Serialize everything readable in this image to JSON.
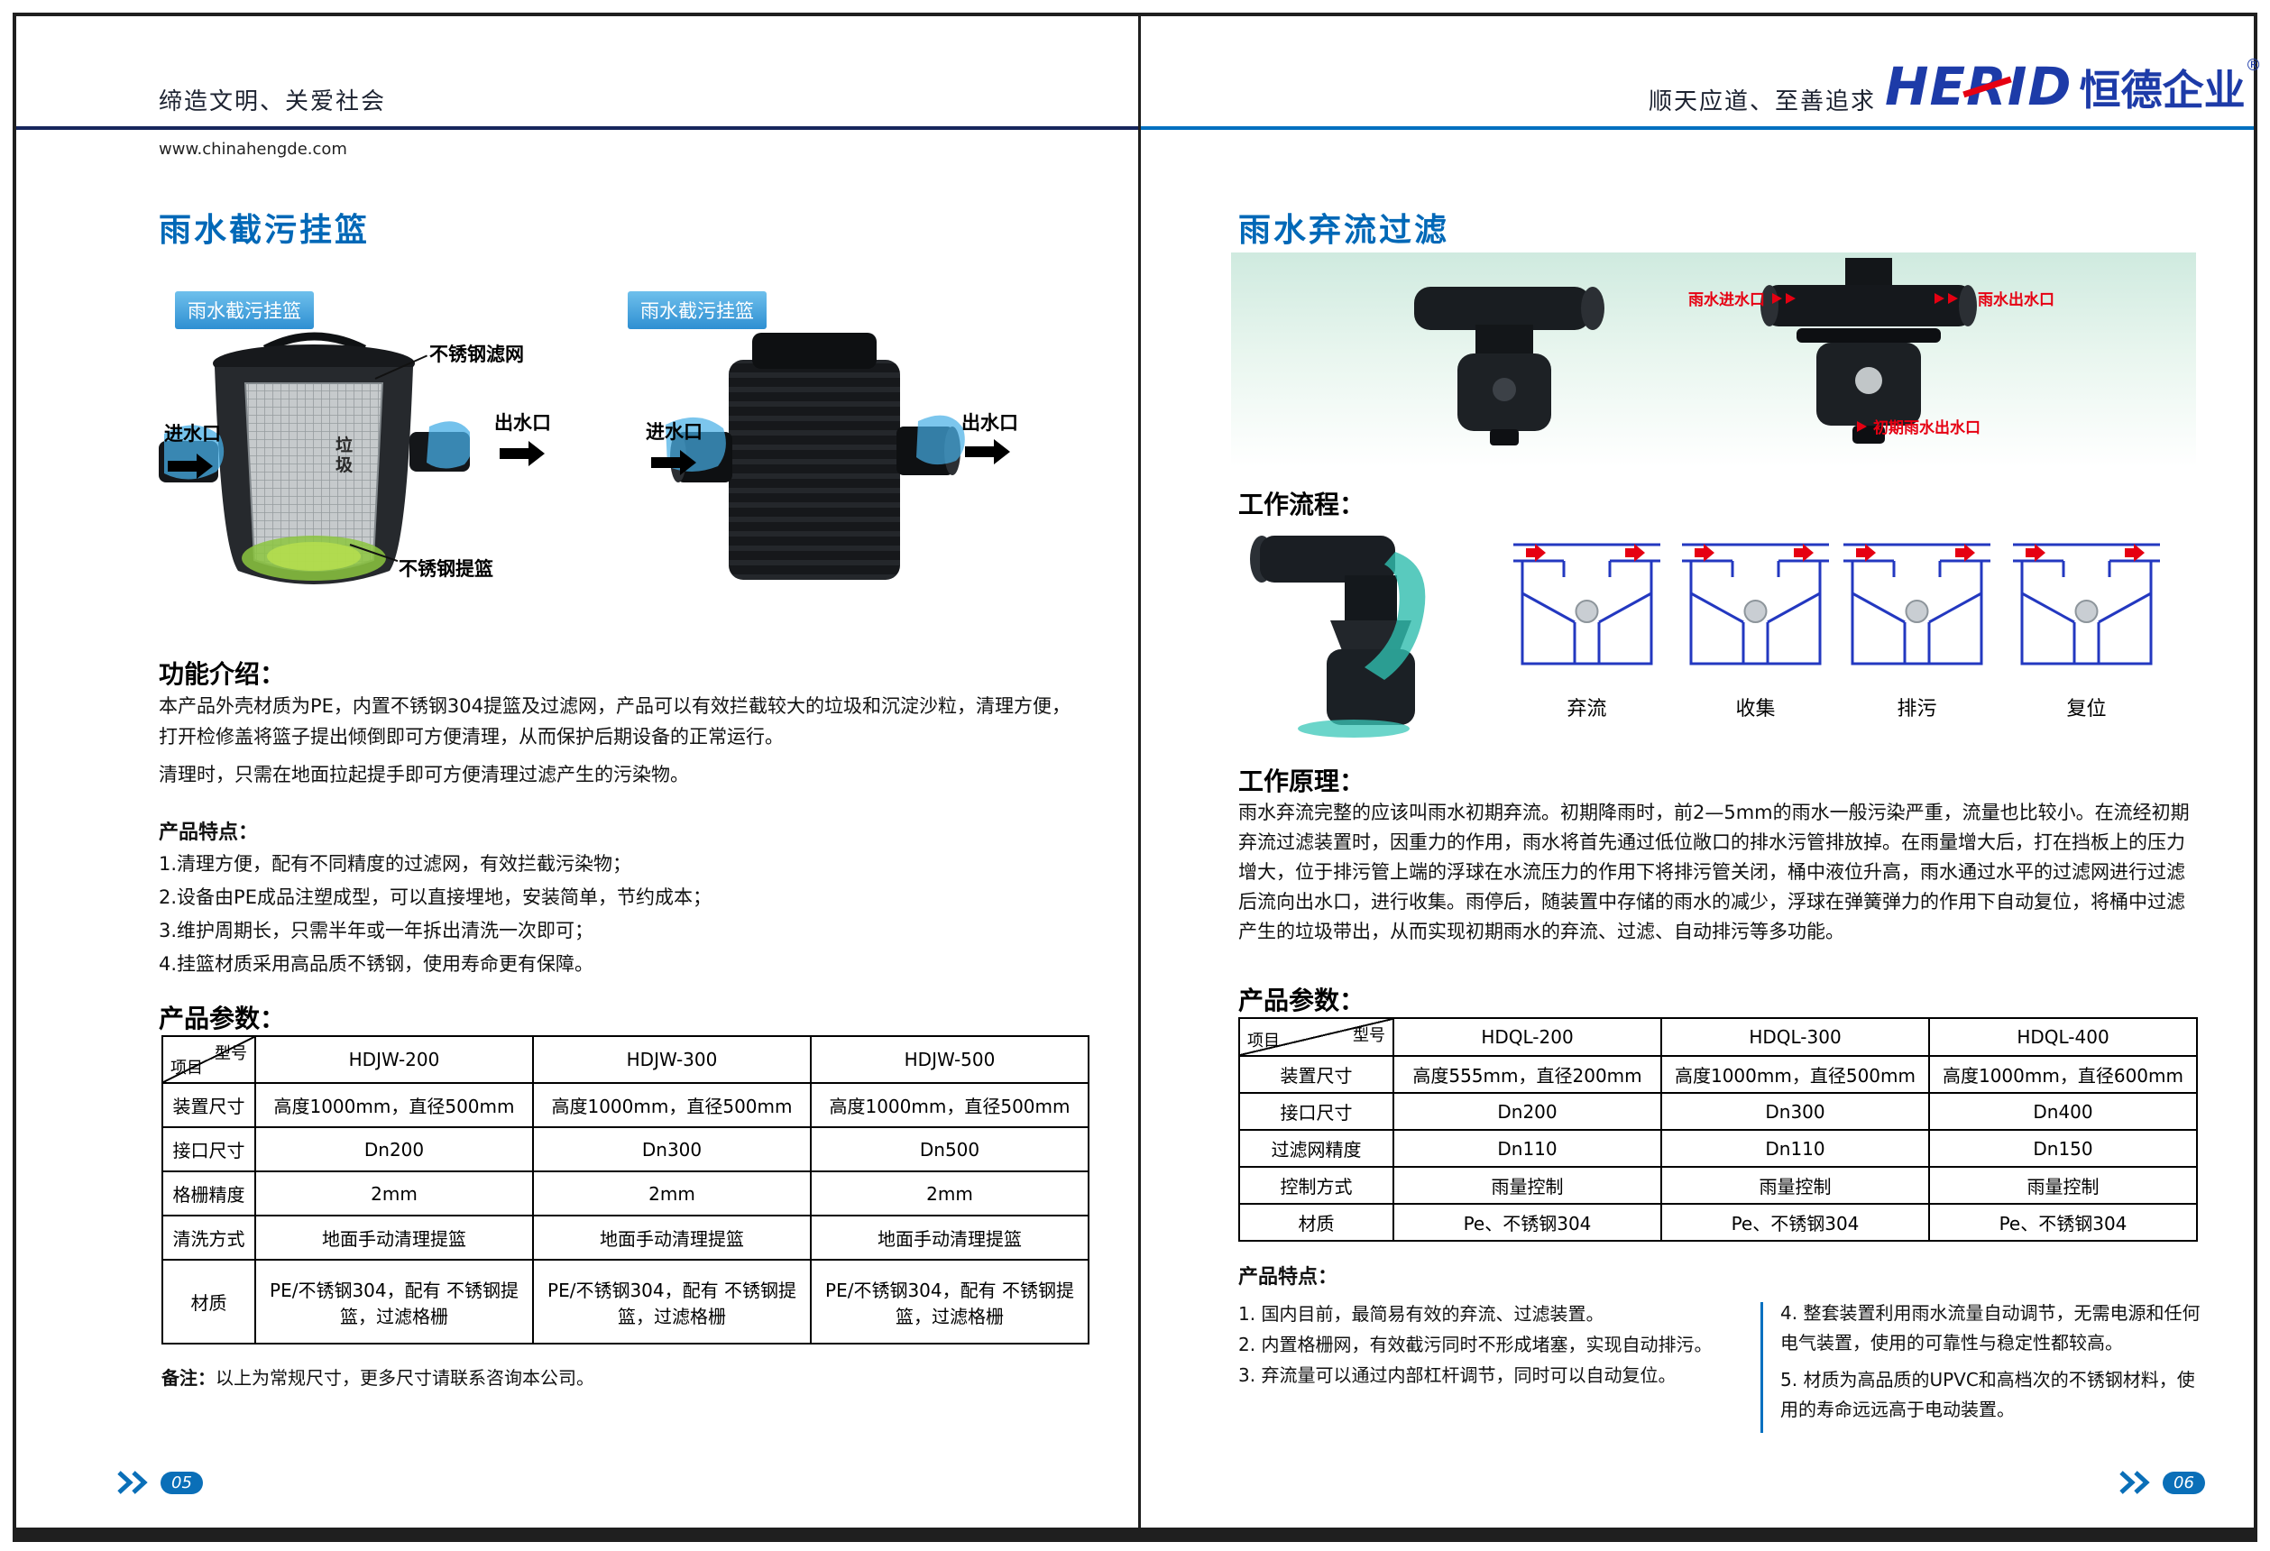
{
  "colors": {
    "accent_blue": "#0068b7",
    "logo_blue": "#1d3ba8",
    "badge_blue": "#2e8fd2",
    "rule_right_blue": "#0070c0",
    "annotation_red": "#e60012",
    "diagram_blue": "#2338c0"
  },
  "header": {
    "left_slogan": "缔造文明、关爱社会",
    "website": "www.chinahengde.com",
    "right_slogan": "顺天应道、至善追求",
    "logo": {
      "en_pre": "HE",
      "en_r": "R",
      "en_post": "ID",
      "cn": "恒德企业",
      "reg": "®"
    }
  },
  "left_page": {
    "title": "雨水截污挂篮",
    "figure": {
      "badge1": "雨水截污挂篮",
      "badge2": "雨水截污挂篮",
      "labels": {
        "mesh": "不锈钢滤网",
        "inlet1": "进水口",
        "outlet1": "出水口",
        "garbage": "垃圾",
        "basket": "不锈钢提篮",
        "inlet2": "进水口",
        "outlet2": "出水口"
      }
    },
    "intro": {
      "heading": "功能介绍：",
      "p1": "本产品外壳材质为PE，内置不锈钢304提篮及过滤网，产品可以有效拦截较大的垃圾和沉淀沙粒，清理方便，打开检修盖将篮子提出倾倒即可方便清理，从而保护后期设备的正常运行。",
      "p2": "清理时，只需在地面拉起提手即可方便清理过滤产生的污染物。"
    },
    "features": {
      "heading": "产品特点：",
      "items": [
        "1.清理方便，配有不同精度的过滤网，有效拦截污染物；",
        "2.设备由PE成品注塑成型，可以直接埋地，安装简单，节约成本；",
        "3.维护周期长，只需半年或一年拆出清洗一次即可；",
        "4.挂篮材质采用高品质不锈钢，使用寿命更有保障。"
      ]
    },
    "params": {
      "heading": "产品参数：",
      "corner": {
        "top": "型号",
        "bottom": "项目"
      },
      "models": [
        "HDJW-200",
        "HDJW-300",
        "HDJW-500"
      ],
      "rows": [
        {
          "label": "装置尺寸",
          "values": [
            "高度1000mm，直径500mm",
            "高度1000mm，直径500mm",
            "高度1000mm，直径500mm"
          ]
        },
        {
          "label": "接口尺寸",
          "values": [
            "Dn200",
            "Dn300",
            "Dn500"
          ]
        },
        {
          "label": "格栅精度",
          "values": [
            "2mm",
            "2mm",
            "2mm"
          ]
        },
        {
          "label": "清洗方式",
          "values": [
            "地面手动清理提篮",
            "地面手动清理提篮",
            "地面手动清理提篮"
          ]
        },
        {
          "label": "材质",
          "values": [
            "PE/不锈钢304，配有 不锈钢提篮，过滤格栅",
            "PE/不锈钢304，配有 不锈钢提篮，过滤格栅",
            "PE/不锈钢304，配有 不锈钢提篮，过滤格栅"
          ]
        }
      ]
    },
    "note_label": "备注：",
    "note_text": "以上为常规尺寸，更多尺寸请联系咨询本公司。",
    "page_number": "05"
  },
  "right_page": {
    "title": "雨水弃流过滤",
    "figure": {
      "labels": {
        "inlet": "雨水进水口",
        "outlet": "雨水出水口",
        "early_outlet": "初期雨水出水口"
      }
    },
    "workflow": {
      "heading": "工作流程：",
      "stages": [
        "弃流",
        "收集",
        "排污",
        "复位"
      ]
    },
    "principle": {
      "heading": "工作原理：",
      "body": "雨水弃流完整的应该叫雨水初期弃流。初期降雨时，前2—5mm的雨水一般污染严重，流量也比较小。在流经初期弃流过滤装置时，因重力的作用，雨水将首先通过低位敞口的排水污管排放掉。在雨量增大后，打在挡板上的压力增大，位于排污管上端的浮球在水流压力的作用下将排污管关闭，桶中液位升高，雨水通过水平的过滤网进行过滤后流向出水口，进行收集。雨停后，随装置中存储的雨水的减少，浮球在弹簧弹力的作用下自动复位，将桶中过滤产生的垃圾带出，从而实现初期雨水的弃流、过滤、自动排污等多功能。"
    },
    "params": {
      "heading": "产品参数：",
      "corner": {
        "top": "型号",
        "bottom": "项目"
      },
      "models": [
        "HDQL-200",
        "HDQL-300",
        "HDQL-400"
      ],
      "rows": [
        {
          "label": "装置尺寸",
          "values": [
            "高度555mm，直径200mm",
            "高度1000mm，直径500mm",
            "高度1000mm，直径600mm"
          ]
        },
        {
          "label": "接口尺寸",
          "values": [
            "Dn200",
            "Dn300",
            "Dn400"
          ]
        },
        {
          "label": "过滤网精度",
          "values": [
            "Dn110",
            "Dn110",
            "Dn150"
          ]
        },
        {
          "label": "控制方式",
          "values": [
            "雨量控制",
            "雨量控制",
            "雨量控制"
          ]
        },
        {
          "label": "材质",
          "values": [
            "Pe、不锈钢304",
            "Pe、不锈钢304",
            "Pe、不锈钢304"
          ]
        }
      ]
    },
    "features": {
      "heading": "产品特点：",
      "left_items": [
        "1. 国内目前，最简易有效的弃流、过滤装置。",
        "2. 内置格栅网，有效截污同时不形成堵塞，实现自动排污。",
        "3. 弃流量可以通过内部杠杆调节，同时可以自动复位。"
      ],
      "right_items": [
        "4. 整套装置利用雨水流量自动调节，无需电源和任何电气装置，使用的可靠性与稳定性都较高。",
        "5. 材质为高品质的UPVC和高档次的不锈钢材料，使用的寿命远远高于电动装置。"
      ]
    },
    "page_number": "06"
  }
}
